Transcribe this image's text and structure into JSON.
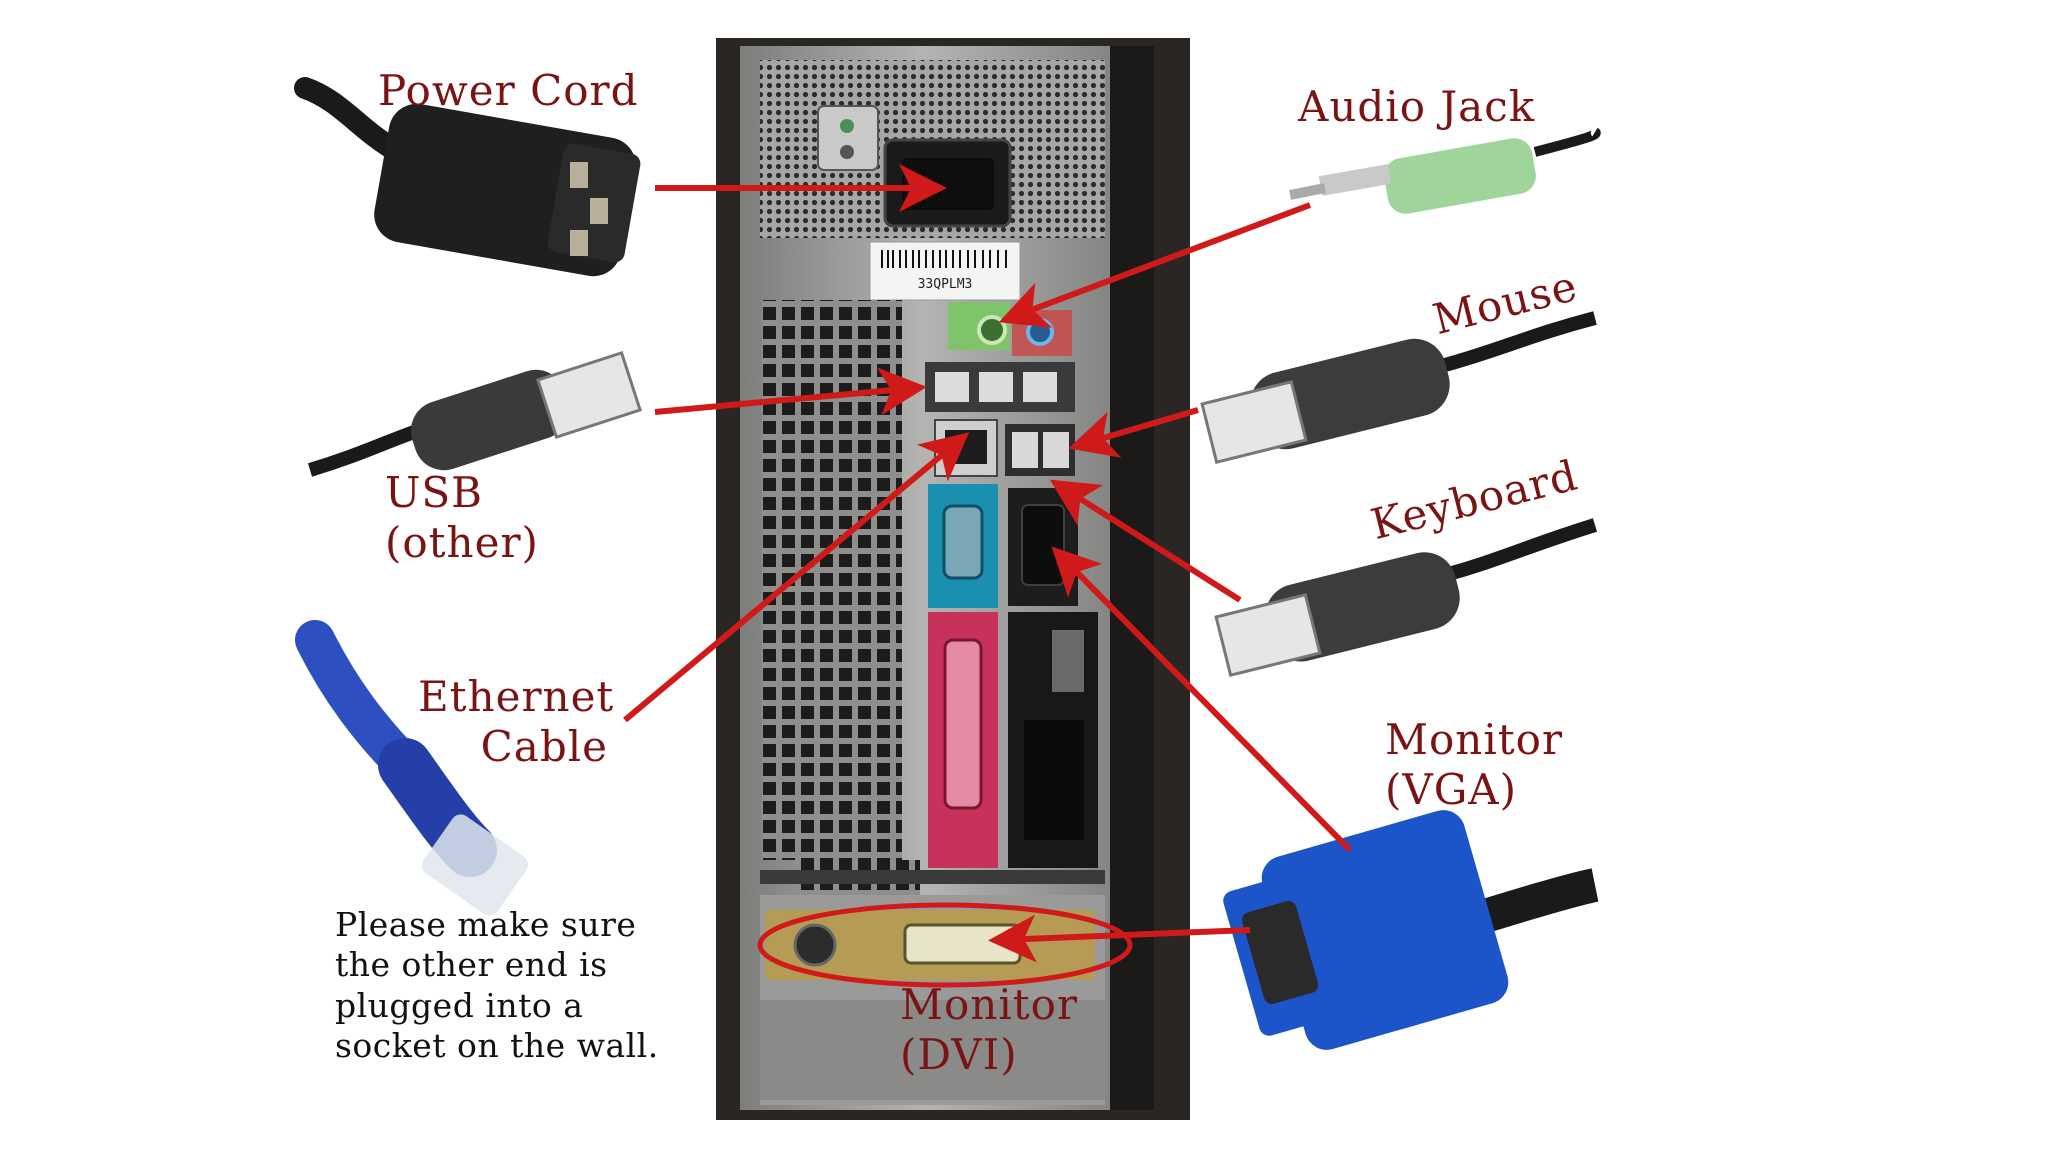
{
  "labels": {
    "power_cord": "Power Cord",
    "audio_jack": "Audio Jack",
    "mouse": "Mouse",
    "usb_line1": "USB",
    "usb_line2": "(other)",
    "keyboard": "Keyboard",
    "ethernet_line1": "Ethernet",
    "ethernet_line2": "Cable",
    "monitor_vga_line1": "Monitor",
    "monitor_vga_line2": "(VGA)",
    "monitor_dvi_line1": "Monitor",
    "monitor_dvi_line2": "(DVI)"
  },
  "note": {
    "line1": "Please make sure",
    "line2": "the other end is",
    "line3": "plugged into a",
    "line4": "socket on the wall."
  },
  "psu_sticker": "33QPLM3",
  "colors": {
    "label_text": "#7a1414",
    "arrow": "#d01a1a",
    "case_dark": "#2a2624",
    "case_metal": "#9a9a98",
    "audio_green": "#7fc36b",
    "audio_blue": "#3c8fd6",
    "serial_teal": "#1a8fb0",
    "parallel_pink": "#c8325a",
    "vga_blue": "#1b55c9",
    "ethernet_blue": "#2d4fc0"
  }
}
